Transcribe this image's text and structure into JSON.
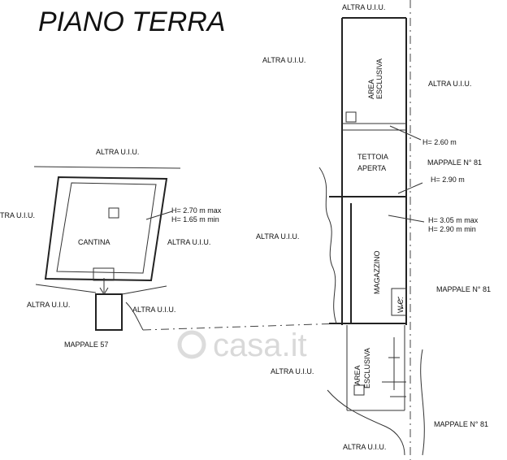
{
  "title": "PIANO TERRA",
  "labels": {
    "altra_uiu": "ALTRA U.I.U.",
    "altra_uiu_cut": "TRA U.I.U.",
    "area_esclusiva_1": "AREA",
    "area_esclusiva_2": "ESCLUSIVA",
    "tettoia_1": "TETTOIA",
    "tettoia_2": "APERTA",
    "magazzino": "MAGAZZINO",
    "wc": "W.C.",
    "cantina": "CANTINA",
    "mappale_81": "MAPPALE N° 81",
    "mappale_57": "MAPPALE 57",
    "h_260": "H= 2.60 m",
    "h_290": "H= 2.90 m",
    "h_305_max": "H= 3.05 m max",
    "h_290_min": "H= 2.90 m min",
    "h_270_max": "H= 2.70 m max",
    "h_165_min": "H= 1.65 m min"
  },
  "watermark": "casa.it"
}
